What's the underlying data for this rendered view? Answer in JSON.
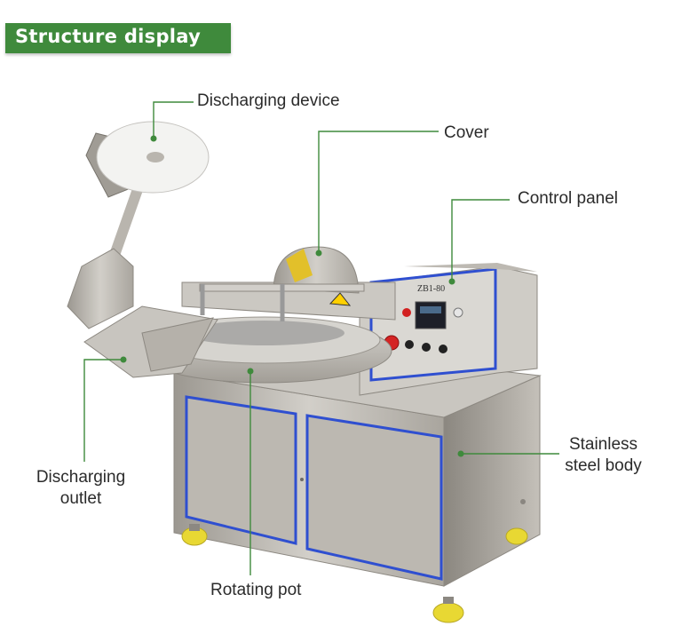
{
  "header": {
    "title": "Structure display",
    "badge_color": "#3f8a3c"
  },
  "labels": {
    "discharging_device": "Discharging device",
    "cover": "Cover",
    "control_panel": "Control panel",
    "stainless_line1": "Stainless",
    "stainless_line2": "steel body",
    "outlet_line1": "Discharging",
    "outlet_line2": "outlet",
    "rotating_pot": "Rotating pot"
  },
  "panel": {
    "model_text": "ZB1-80"
  },
  "colors": {
    "leader_line": "#3f8a3c",
    "trim": "#2f4fd0",
    "steel": "#b9b5ae",
    "feet": "#e8d833"
  }
}
